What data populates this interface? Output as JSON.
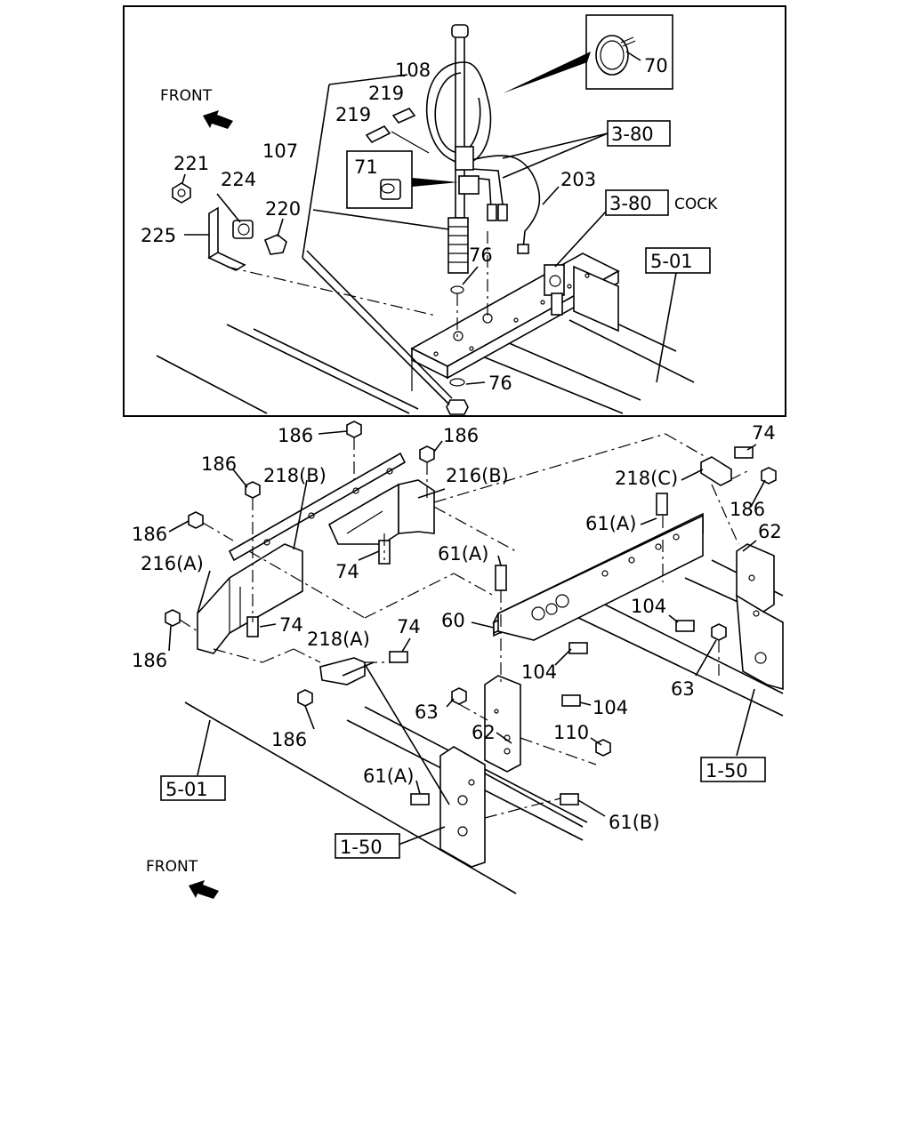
{
  "upper_view": {
    "front_label": "FRONT",
    "labels": {
      "p108": "108",
      "p219a": "219",
      "p219b": "219",
      "p107": "107",
      "p221": "221",
      "p224": "224",
      "p220": "220",
      "p225": "225",
      "p76a": "76",
      "p76b": "76",
      "p203": "203",
      "p70": "70",
      "p71": "71",
      "ref380a": "3-80",
      "ref380b": "3-80",
      "cock": "COCK",
      "ref501": "5-01"
    }
  },
  "lower_view": {
    "front_label": "FRONT",
    "labels": {
      "p186a": "186",
      "p186b": "186",
      "p186c": "186",
      "p186d": "186",
      "p186e": "186",
      "p186f": "186",
      "p186g": "186",
      "p218b": "218(B)",
      "p216b": "216(B)",
      "p218c": "218(C)",
      "p74a": "74",
      "p74b": "74",
      "p74c": "74",
      "p74d": "74",
      "p61a1": "61(A)",
      "p61a2": "61(A)",
      "p61a3": "61(A)",
      "p61b": "61(B)",
      "p62a": "62",
      "p62b": "62",
      "p216a": "216(A)",
      "p218a": "218(A)",
      "p60": "60",
      "p104a": "104",
      "p104b": "104",
      "p104c": "104",
      "p63a": "63",
      "p63b": "63",
      "p110": "110",
      "ref501": "5-01",
      "ref150a": "1-50",
      "ref150b": "1-50"
    }
  }
}
